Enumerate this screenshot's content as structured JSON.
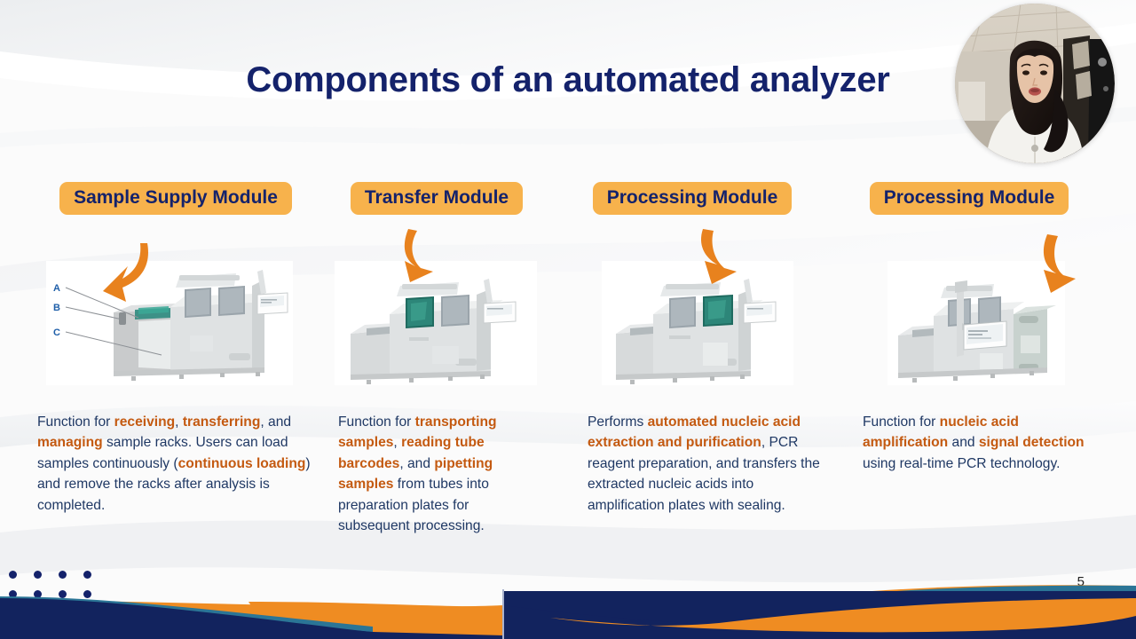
{
  "slide": {
    "title": "Components of an automated analyzer",
    "page_number": "5",
    "colors": {
      "title_navy": "#14226b",
      "badge_orange": "#f7b24c",
      "highlight_orange": "#c45a11",
      "body_navy": "#1f3864",
      "arrow_orange": "#e8821e",
      "footer_navy": "#12235e",
      "footer_teal": "#2b7596",
      "footer_orange": "#ef8c22",
      "background": "#fbfbfb"
    }
  },
  "webcam": {
    "label": "presenter-webcam-bubble"
  },
  "columns": [
    {
      "id": "sample-supply",
      "badge": "Sample Supply Module",
      "diagram_labels": [
        "A",
        "B",
        "C"
      ],
      "text_runs": [
        {
          "t": "  Function for ",
          "hl": false
        },
        {
          "t": "receiving",
          "hl": true
        },
        {
          "t": ", ",
          "hl": false
        },
        {
          "t": "transferring",
          "hl": true
        },
        {
          "t": ", and ",
          "hl": false
        },
        {
          "t": "managing",
          "hl": true
        },
        {
          "t": " sample racks. Users can load samples continuously (",
          "hl": false
        },
        {
          "t": "continuous loading",
          "hl": true
        },
        {
          "t": ") and remove the racks after analysis is completed.",
          "hl": false
        }
      ]
    },
    {
      "id": "transfer",
      "badge": "Transfer Module",
      "diagram_labels": [],
      "text_runs": [
        {
          "t": "  Function for ",
          "hl": false
        },
        {
          "t": "transporting samples",
          "hl": true
        },
        {
          "t": ", ",
          "hl": false
        },
        {
          "t": "reading tube barcodes",
          "hl": true
        },
        {
          "t": ", and ",
          "hl": false
        },
        {
          "t": "pipetting samples",
          "hl": true
        },
        {
          "t": " from tubes into preparation plates for subsequent processing.",
          "hl": false
        }
      ]
    },
    {
      "id": "processing-extraction",
      "badge": "Processing Module",
      "diagram_labels": [],
      "text_runs": [
        {
          "t": "  Performs ",
          "hl": false
        },
        {
          "t": "automated nucleic acid extraction and purification",
          "hl": true
        },
        {
          "t": ", PCR reagent preparation, and transfers the extracted nucleic acids into amplification plates with sealing.",
          "hl": false
        }
      ]
    },
    {
      "id": "processing-amplification",
      "badge": "Processing Module",
      "diagram_labels": [],
      "text_runs": [
        {
          "t": "  Function for ",
          "hl": false
        },
        {
          "t": "nucleic acid amplification",
          "hl": true
        },
        {
          "t": " and ",
          "hl": false
        },
        {
          "t": "signal detection",
          "hl": true
        },
        {
          "t": " using real-time PCR technology.",
          "hl": false
        }
      ]
    }
  ],
  "footer": {
    "dot_count": 8
  }
}
